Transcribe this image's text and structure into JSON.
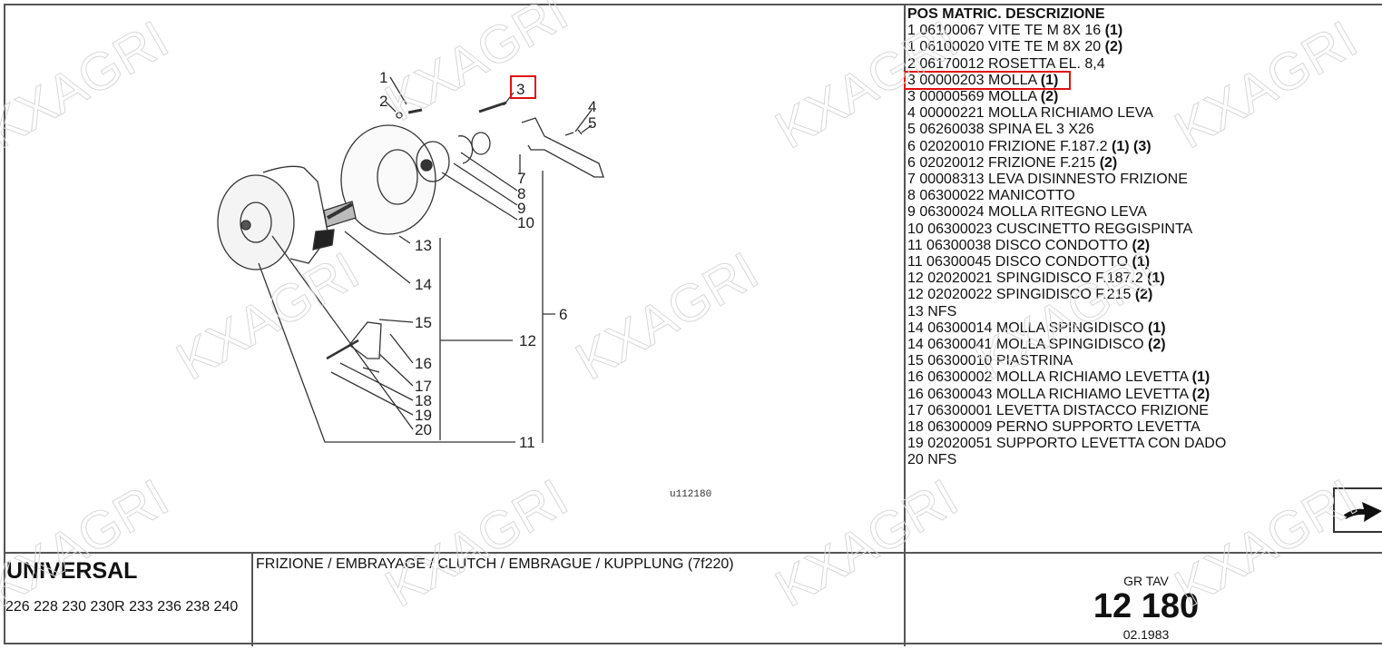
{
  "parts_list": {
    "header": "POS MATRIC. DESCRIZIONE",
    "rows": [
      {
        "text": "1 06100067 VITE TE M 8X 16",
        "note": "(1)"
      },
      {
        "text": "1 06100020 VITE TE M 8X 20",
        "note": "(2)"
      },
      {
        "text": "2 06170012 ROSETTA EL. 8,4",
        "note": ""
      },
      {
        "text": "3 00000203 MOLLA",
        "note": "(1)",
        "highlighted": true
      },
      {
        "text": "3 00000569 MOLLA",
        "note": "(2)"
      },
      {
        "text": "4 00000221 MOLLA RICHIAMO LEVA",
        "note": ""
      },
      {
        "text": "5 06260038 SPINA EL 3 X26",
        "note": ""
      },
      {
        "text": "6 02020010 FRIZIONE F.187.2",
        "note": "(1) (3)"
      },
      {
        "text": "6 02020012 FRIZIONE F.215",
        "note": "(2)"
      },
      {
        "text": "7 00008313 LEVA DISINNESTO FRIZIONE",
        "note": ""
      },
      {
        "text": "8 06300022 MANICOTTO",
        "note": ""
      },
      {
        "text": "9 06300024 MOLLA RITEGNO LEVA",
        "note": ""
      },
      {
        "text": "10 06300023 CUSCINETTO REGGISPINTA",
        "note": ""
      },
      {
        "text": "11 06300038 DISCO CONDOTTO",
        "note": "(2)"
      },
      {
        "text": "11 06300045 DISCO CONDOTTO",
        "note": "(1)"
      },
      {
        "text": "12 02020021 SPINGIDISCO F.187.2",
        "note": "(1)"
      },
      {
        "text": "12 02020022 SPINGIDISCO F.215",
        "note": "(2)"
      },
      {
        "text": "13 NFS",
        "note": ""
      },
      {
        "text": "14 06300014 MOLLA SPINGIDISCO",
        "note": "(1)"
      },
      {
        "text": "14 06300041 MOLLA SPINGIDISCO",
        "note": "(2)"
      },
      {
        "text": "15 06300010 PIASTRINA",
        "note": ""
      },
      {
        "text": "16 06300002 MOLLA RICHIAMO LEVETTA",
        "note": "(1)"
      },
      {
        "text": "16 06300043 MOLLA RICHIAMO LEVETTA",
        "note": "(2)"
      },
      {
        "text": "17 06300001 LEVETTA DISTACCO FRIZIONE",
        "note": ""
      },
      {
        "text": "18 06300009 PERNO SUPPORTO LEVETTA",
        "note": ""
      },
      {
        "text": "19 02020051 SUPPORTO LEVETTA CON DADO",
        "note": ""
      },
      {
        "text": "20 NFS",
        "note": ""
      }
    ]
  },
  "diagram": {
    "code": "u112180",
    "callouts": [
      "1",
      "2",
      "3",
      "4",
      "5",
      "6",
      "7",
      "8",
      "9",
      "10",
      "11",
      "12",
      "13",
      "14",
      "15",
      "16",
      "17",
      "18",
      "19",
      "20"
    ],
    "highlight_color": "#e01010"
  },
  "footer": {
    "brand": "UNIVERSAL",
    "models": "226 228 230 230R 233 236 238 240",
    "title": "FRIZIONE / EMBRAYAGE / CLUTCH / EMBRAGUE / KUPPLUNG (7f220)",
    "gr_tav_label": "GR TAV",
    "gr_tav_number": "12 180",
    "date": "02.1983"
  },
  "watermark": "KXAGRI",
  "next_button": {
    "icon": "arrow-right-icon"
  }
}
